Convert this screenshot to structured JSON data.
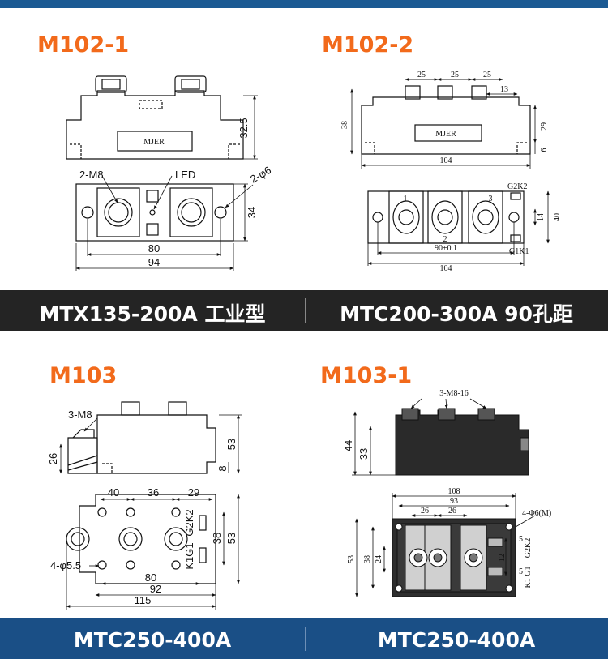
{
  "colors": {
    "accent": "#f26a1b",
    "bar_dark": "#242424",
    "bar_blue": "#1a4f86"
  },
  "panels": {
    "tl": {
      "model": "M102-1",
      "caption": "MTX135-200A  工业型",
      "brand": "MJER",
      "labels": {
        "screws": "2-M8",
        "led": "LED",
        "holes": "2-φ6",
        "d_height": "32.5",
        "d_side": "34",
        "d_pitch": "80",
        "d_length": "94"
      }
    },
    "tr": {
      "model": "M102-2",
      "caption": "MTC200-300A 90孔距",
      "brand": "MJER",
      "labels": {
        "d25a": "25",
        "d25b": "25",
        "d25c": "25",
        "d13": "13",
        "d38": "38",
        "d29": "29",
        "d6": "6",
        "d104_top": "104",
        "t1": "1",
        "t2": "2",
        "t3": "3",
        "g2k2": "G2K2",
        "g1k1": "G1K1",
        "d14": "14",
        "d40": "40",
        "d90": "90±0.1",
        "d104_bottom": "104"
      }
    },
    "bl": {
      "model": "M103",
      "caption": "MTC250-400A",
      "labels": {
        "screws": "3-M8",
        "d53_top": "53",
        "d26": "26",
        "d8": "8",
        "d40": "40",
        "d36": "36",
        "d29": "29",
        "d38": "38",
        "d53_bottom": "53",
        "g2k2": "G2K2",
        "k1g1": "K1G1",
        "holes": "4-φ5.5",
        "d80": "80",
        "d92": "92",
        "d115": "115"
      }
    },
    "br": {
      "model": "M103-1",
      "caption": "MTC250-400A",
      "labels": {
        "screws": "3-M8-16",
        "d44": "44",
        "d33": "33",
        "d108": "108",
        "d93": "93",
        "d26a": "26",
        "d26b": "26",
        "holes": "4-Φ6(M)",
        "d53": "53",
        "d38": "38",
        "d24": "24",
        "d12": "12",
        "d5a": "5",
        "d5b": "5",
        "g2k2": "G2K2",
        "k1g1": "K1 G1"
      }
    }
  }
}
